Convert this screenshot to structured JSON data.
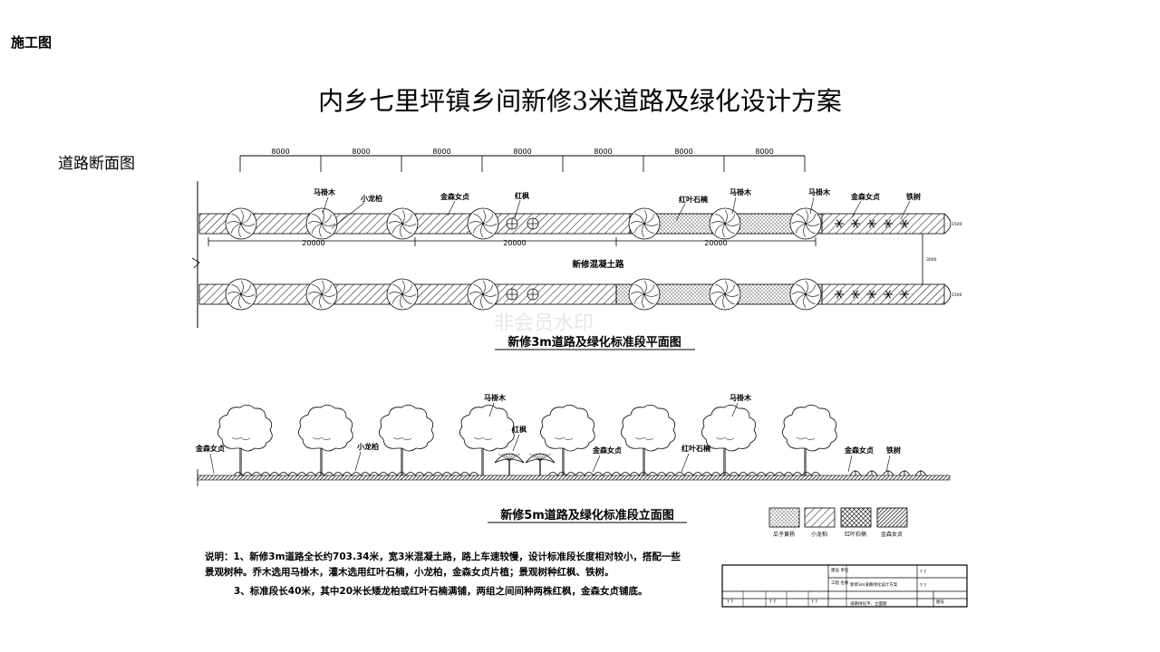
{
  "header": {
    "tag": "施工图",
    "title": "内乡七里坪镇乡间新修3米道路及绿化设计方案",
    "section_label": "道路断面图"
  },
  "plan": {
    "spacing_label": "8000",
    "spacing_count": 7,
    "segment_label": "20000",
    "road_label": "新修混凝土路",
    "caption": "新修3m道路及绿化标准段平面图",
    "width_label_top": "1500",
    "width_label_mid": "3000",
    "width_label_bottom": "1500",
    "plant_labels": [
      {
        "id": "p1",
        "text": "马褂木"
      },
      {
        "id": "p2",
        "text": "小龙柏"
      },
      {
        "id": "p3",
        "text": "金森女贞"
      },
      {
        "id": "p4",
        "text": "红枫"
      },
      {
        "id": "p5",
        "text": "红叶石楠"
      },
      {
        "id": "p6",
        "text": "马褂木"
      },
      {
        "id": "p7",
        "text": "马褂木"
      },
      {
        "id": "p8",
        "text": "金森女贞"
      },
      {
        "id": "p9",
        "text": "铁树"
      }
    ]
  },
  "elevation": {
    "caption": "新修5m道路及绿化标准段立面图",
    "labels": [
      {
        "id": "e1",
        "text": "马褂木"
      },
      {
        "id": "e2",
        "text": "马褂木"
      },
      {
        "id": "e3",
        "text": "红枫"
      },
      {
        "id": "e4",
        "text": "金森女贞"
      },
      {
        "id": "e5",
        "text": "小龙柏"
      },
      {
        "id": "e6",
        "text": "金森女贞"
      },
      {
        "id": "e7",
        "text": "红叶石楠"
      },
      {
        "id": "e8",
        "text": "金森女贞"
      },
      {
        "id": "e9",
        "text": "铁树"
      }
    ]
  },
  "legend": [
    {
      "label": "瓜子黄杨"
    },
    {
      "label": "小龙柏"
    },
    {
      "label": "红叶石楠"
    },
    {
      "label": "金森女贞"
    }
  ],
  "notes": {
    "line1": "说明：1、新修3m道路全长约703.34米，宽3米混凝土路，路上车速较慢，设计标准段长度相对较小，搭配一些",
    "line1b": "景观树种。乔木选用马褂木，灌木选用红叶石楠，小龙柏，金森女贞片植；景观树种红枫、铁树。",
    "line2": "3、标准段长40米，其中20米长矮龙柏或红叶石楠满铺，两组之间间种两株红枫，金森女贞铺底。"
  },
  "titleblock": {
    "placeholder": "? ?",
    "cell_a": "建设\n单位",
    "cell_b": "工程\n名称",
    "cell_c": "新修3m道路绿化设计方案",
    "cell_d": "道路绿化平、立面图",
    "cell_e": "图号"
  },
  "watermark": "非会员水印"
}
